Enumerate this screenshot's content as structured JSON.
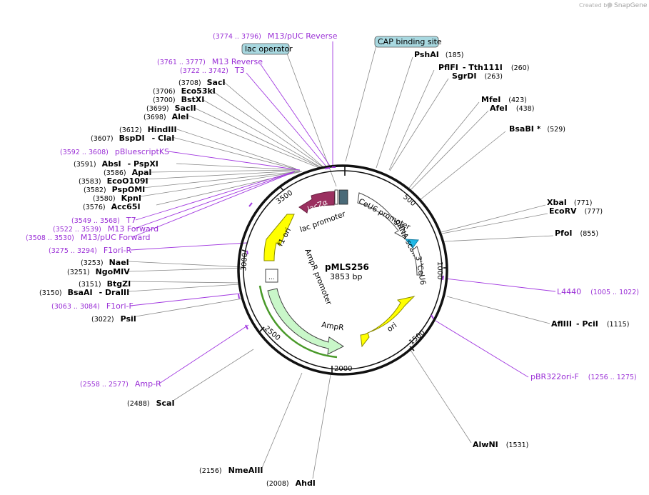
{
  "credit": {
    "prefix": "Created by",
    "brand": "SnapGene"
  },
  "plasmid": {
    "name": "pMLS256",
    "size": "3853 bp"
  },
  "ticks": [
    "500",
    "1000",
    "1500",
    "2000",
    "2500",
    "3000",
    "3500"
  ],
  "boxes": [
    {
      "label": "lac operator",
      "fill": "#a8d8e0"
    },
    {
      "label": "CAP binding site",
      "fill": "#a8d8e0"
    }
  ],
  "features": [
    {
      "label": "lacZα",
      "color": "#9b3060"
    },
    {
      "label": "lac promoter",
      "color": "#ffffff"
    },
    {
      "label": "CeU6 promoter",
      "color": "#ffffff"
    },
    {
      "label": "3' CeU6",
      "color": "#ffffff"
    },
    {
      "label": "gRNA scaffold",
      "color": "#1fb8e6"
    },
    {
      "label": "ori",
      "color": "#ffff00"
    },
    {
      "label": "AmpR",
      "color": "#c9f7c9"
    },
    {
      "label": "AmpR promoter",
      "color": "#ffffff"
    },
    {
      "label": "f1 ori",
      "color": "#ffff00"
    }
  ],
  "sites": [
    {
      "name": "PshAI",
      "pos": "(185)"
    },
    {
      "name": "PflFI",
      "name2": "Tth111I",
      "pos": "(260)"
    },
    {
      "name": "SgrDI",
      "pos": "(263)"
    },
    {
      "name": "MfeI",
      "pos": "(423)"
    },
    {
      "name": "AfeI",
      "pos": "(438)"
    },
    {
      "name": "BsaBI *",
      "pos": "(529)"
    },
    {
      "name": "XbaI",
      "pos": "(771)"
    },
    {
      "name": "EcoRV",
      "pos": "(777)"
    },
    {
      "name": "PfoI",
      "pos": "(855)"
    },
    {
      "name": "AflIII",
      "name2": "PciI",
      "pos": "(1115)"
    },
    {
      "name": "AlwNI",
      "pos": "(1531)"
    },
    {
      "name": "AhdI",
      "pos": "(2008)"
    },
    {
      "name": "NmeAIII",
      "pos": "(2156)"
    },
    {
      "name": "ScaI",
      "pos": "(2488)"
    },
    {
      "name": "PsiI",
      "pos": "(3022)"
    },
    {
      "name": "BsaAI",
      "name2": "DraIII",
      "pos": "(3150)"
    },
    {
      "name": "BtgZI",
      "pos": "(3151)"
    },
    {
      "name": "NgoMIV",
      "pos": "(3251)"
    },
    {
      "name": "NaeI",
      "pos": "(3253)"
    },
    {
      "name": "Acc65I",
      "pos": "(3576)"
    },
    {
      "name": "KpnI",
      "pos": "(3580)"
    },
    {
      "name": "PspOMI",
      "pos": "(3582)"
    },
    {
      "name": "EcoO109I",
      "pos": "(3583)"
    },
    {
      "name": "ApaI",
      "pos": "(3586)"
    },
    {
      "name": "AbsI",
      "name2": "PspXI",
      "pos": "(3591)"
    },
    {
      "name": "BspDI",
      "name2": "ClaI",
      "pos": "(3607)"
    },
    {
      "name": "HindIII",
      "pos": "(3612)"
    },
    {
      "name": "AleI",
      "pos": "(3698)"
    },
    {
      "name": "SacII",
      "pos": "(3699)"
    },
    {
      "name": "BstXI",
      "pos": "(3700)"
    },
    {
      "name": "Eco53kI",
      "pos": "(3706)"
    },
    {
      "name": "SacI",
      "pos": "(3708)"
    }
  ],
  "primers": [
    {
      "name": "M13/pUC Reverse",
      "range": "(3774 .. 3796)"
    },
    {
      "name": "M13 Reverse",
      "range": "(3761 .. 3777)"
    },
    {
      "name": "T3",
      "range": "(3722 .. 3742)"
    },
    {
      "name": "pBluescriptKS",
      "range": "(3592 .. 3608)"
    },
    {
      "name": "T7",
      "range": "(3549 .. 3568)"
    },
    {
      "name": "M13 Forward",
      "range": "(3522 .. 3539)"
    },
    {
      "name": "M13/pUC Forward",
      "range": "(3508 .. 3530)"
    },
    {
      "name": "F1ori-R",
      "range": "(3275 .. 3294)"
    },
    {
      "name": "F1ori-F",
      "range": "(3063 .. 3084)"
    },
    {
      "name": "Amp-R",
      "range": "(2558 .. 2577)"
    },
    {
      "name": "L4440",
      "range": "(1005 .. 1022)"
    },
    {
      "name": "pBR322ori-F",
      "range": "(1256 .. 1275)"
    }
  ]
}
